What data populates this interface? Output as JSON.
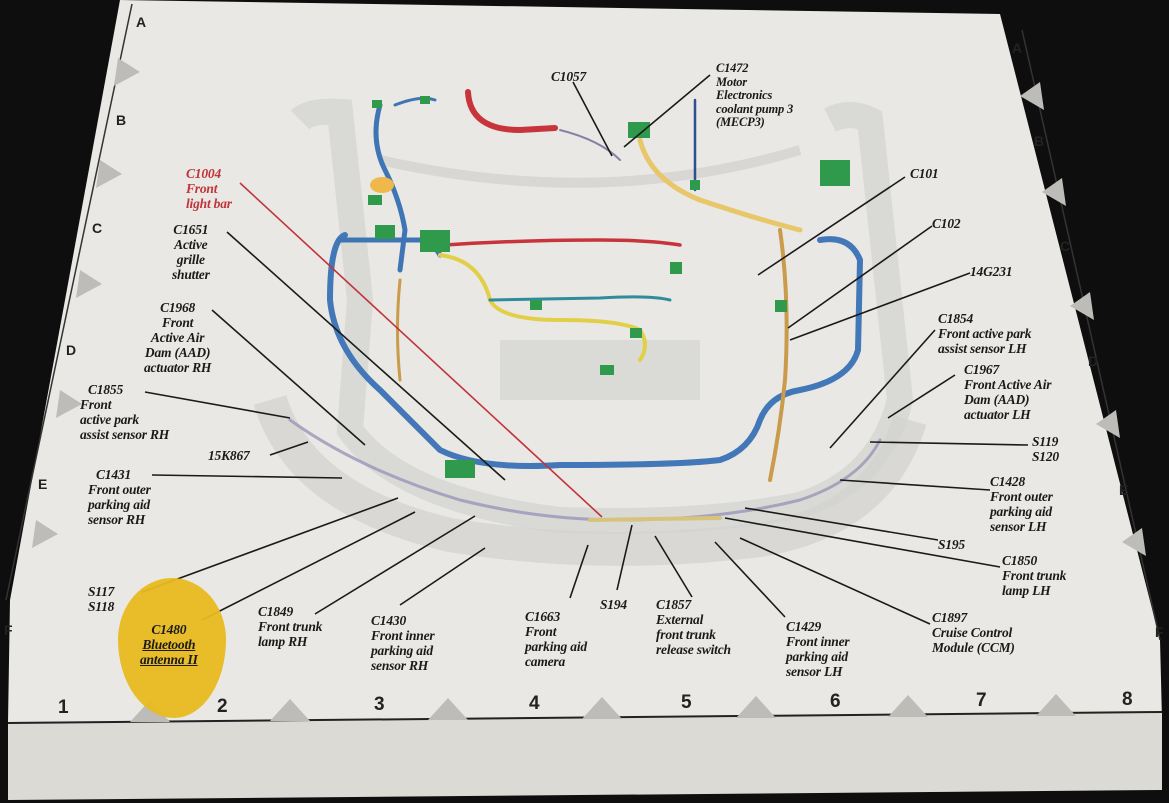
{
  "diagram": {
    "type": "wiring-harness-location-diagram",
    "subject": "Vehicle front-end harness and connectors",
    "colors": {
      "background": "#0e0e0e",
      "paper": "#e9e8e4",
      "highlight": "#e8bb1f",
      "harness_blue": "#3f74b5",
      "harness_red": "#c8343c",
      "harness_yellow": "#e2cf48",
      "harness_orange": "#d4a24a",
      "harness_teal": "#2f8c9c",
      "connector_green": "#2f9a4c",
      "leader_red": "#c0343a",
      "leader_black": "#1a1a1a"
    },
    "grid": {
      "rows_left": [
        "A",
        "B",
        "C",
        "D",
        "E",
        "F"
      ],
      "rows_right": [
        "A",
        "B",
        "C",
        "D",
        "E",
        "F"
      ],
      "columns": [
        "1",
        "2",
        "3",
        "4",
        "5",
        "6",
        "7",
        "8"
      ]
    },
    "labels": [
      {
        "id": "C1004",
        "code": "C1004",
        "desc": "Front\nlight bar",
        "color": "red"
      },
      {
        "id": "C1651",
        "code": "C1651",
        "desc": "Active\ngrille\nshutter"
      },
      {
        "id": "C1968",
        "code": "C1968",
        "desc": "Front\nActive Air\nDam (AAD)\nactuator RH"
      },
      {
        "id": "C1855",
        "code": "C1855",
        "desc": "Front\nactive park\nassist sensor RH"
      },
      {
        "id": "15K867",
        "code": "15K867",
        "desc": ""
      },
      {
        "id": "C1431",
        "code": "C1431",
        "desc": "Front outer\nparking aid\nsensor RH"
      },
      {
        "id": "S117",
        "code": "S117\nS118",
        "desc": ""
      },
      {
        "id": "C1480",
        "code": "C1480",
        "desc": "Bluetooth\nantenna II",
        "highlighted": true
      },
      {
        "id": "C1849",
        "code": "C1849",
        "desc": "Front trunk\nlamp RH"
      },
      {
        "id": "C1430",
        "code": "C1430",
        "desc": "Front inner\nparking aid\nsensor RH"
      },
      {
        "id": "C1663",
        "code": "C1663",
        "desc": "Front\nparking aid\ncamera"
      },
      {
        "id": "S194",
        "code": "S194",
        "desc": ""
      },
      {
        "id": "C1857",
        "code": "C1857",
        "desc": "External\nfront trunk\nrelease switch"
      },
      {
        "id": "C1429",
        "code": "C1429",
        "desc": "Front inner\nparking aid\nsensor LH"
      },
      {
        "id": "C1897",
        "code": "C1897",
        "desc": "Cruise Control\nModule (CCM)"
      },
      {
        "id": "C1850",
        "code": "C1850",
        "desc": "Front trunk\nlamp LH"
      },
      {
        "id": "S195",
        "code": "S195",
        "desc": ""
      },
      {
        "id": "C1428",
        "code": "C1428",
        "desc": "Front outer\nparking aid\nsensor LH"
      },
      {
        "id": "S119",
        "code": "S119\nS120",
        "desc": ""
      },
      {
        "id": "C1967",
        "code": "C1967",
        "desc": "Front Active Air\nDam (AAD)\nactuator LH"
      },
      {
        "id": "C1854",
        "code": "C1854",
        "desc": "Front active park\nassist sensor LH"
      },
      {
        "id": "14G231",
        "code": "14G231",
        "desc": ""
      },
      {
        "id": "C102",
        "code": "C102",
        "desc": ""
      },
      {
        "id": "C101",
        "code": "C101",
        "desc": ""
      },
      {
        "id": "C1057",
        "code": "C1057",
        "desc": ""
      },
      {
        "id": "C1472",
        "code": "C1472",
        "desc": "Motor\nElectronics\ncoolant pump 3\n(MECP3)"
      }
    ]
  }
}
